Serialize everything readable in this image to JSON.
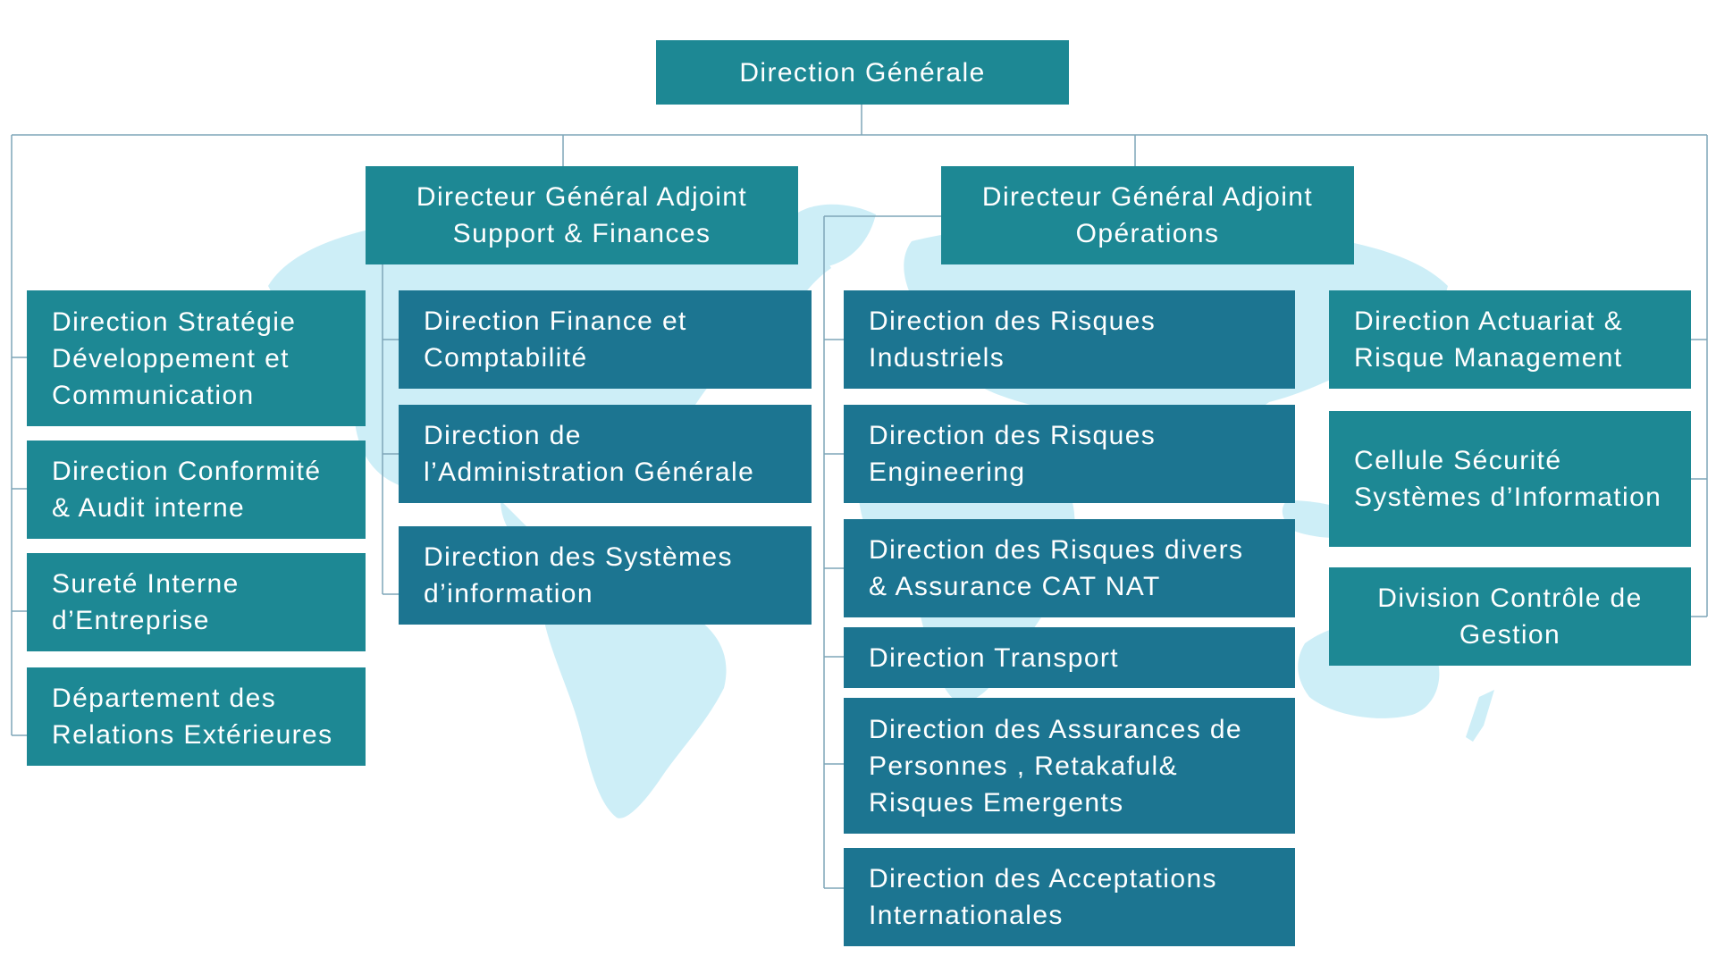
{
  "colors": {
    "teal_box": "#1d8894",
    "dark_box": "#1c7591",
    "connector": "#7fa6b8",
    "world_map": "#cdeef7"
  },
  "top": {
    "title": "Direction Générale"
  },
  "left_column": {
    "items": [
      "Direction Stratégie Développement et Communication",
      "Direction Conformité & Audit interne",
      "Sureté Interne d’Entreprise",
      "Département des Relations Extérieures"
    ]
  },
  "support_finances": {
    "title": "Directeur Général Adjoint Support & Finances",
    "items": [
      "Direction Finance et Comptabilité",
      "Direction de l’Administration Générale",
      "Direction des Systèmes d’information"
    ]
  },
  "operations": {
    "title": "Directeur Général Adjoint Opérations",
    "items": [
      "Direction des Risques Industriels",
      "Direction des Risques Engineering",
      "Direction des Risques divers & Assurance CAT NAT",
      "Direction Transport",
      "Direction des Assurances de Personnes , Retakaful& Risques Emergents",
      "Direction des Acceptations Internationales"
    ]
  },
  "right_column": {
    "items": [
      "Direction Actuariat & Risque Management",
      "Cellule Sécurité Systèmes d’Information",
      "Division Contrôle de Gestion"
    ]
  }
}
